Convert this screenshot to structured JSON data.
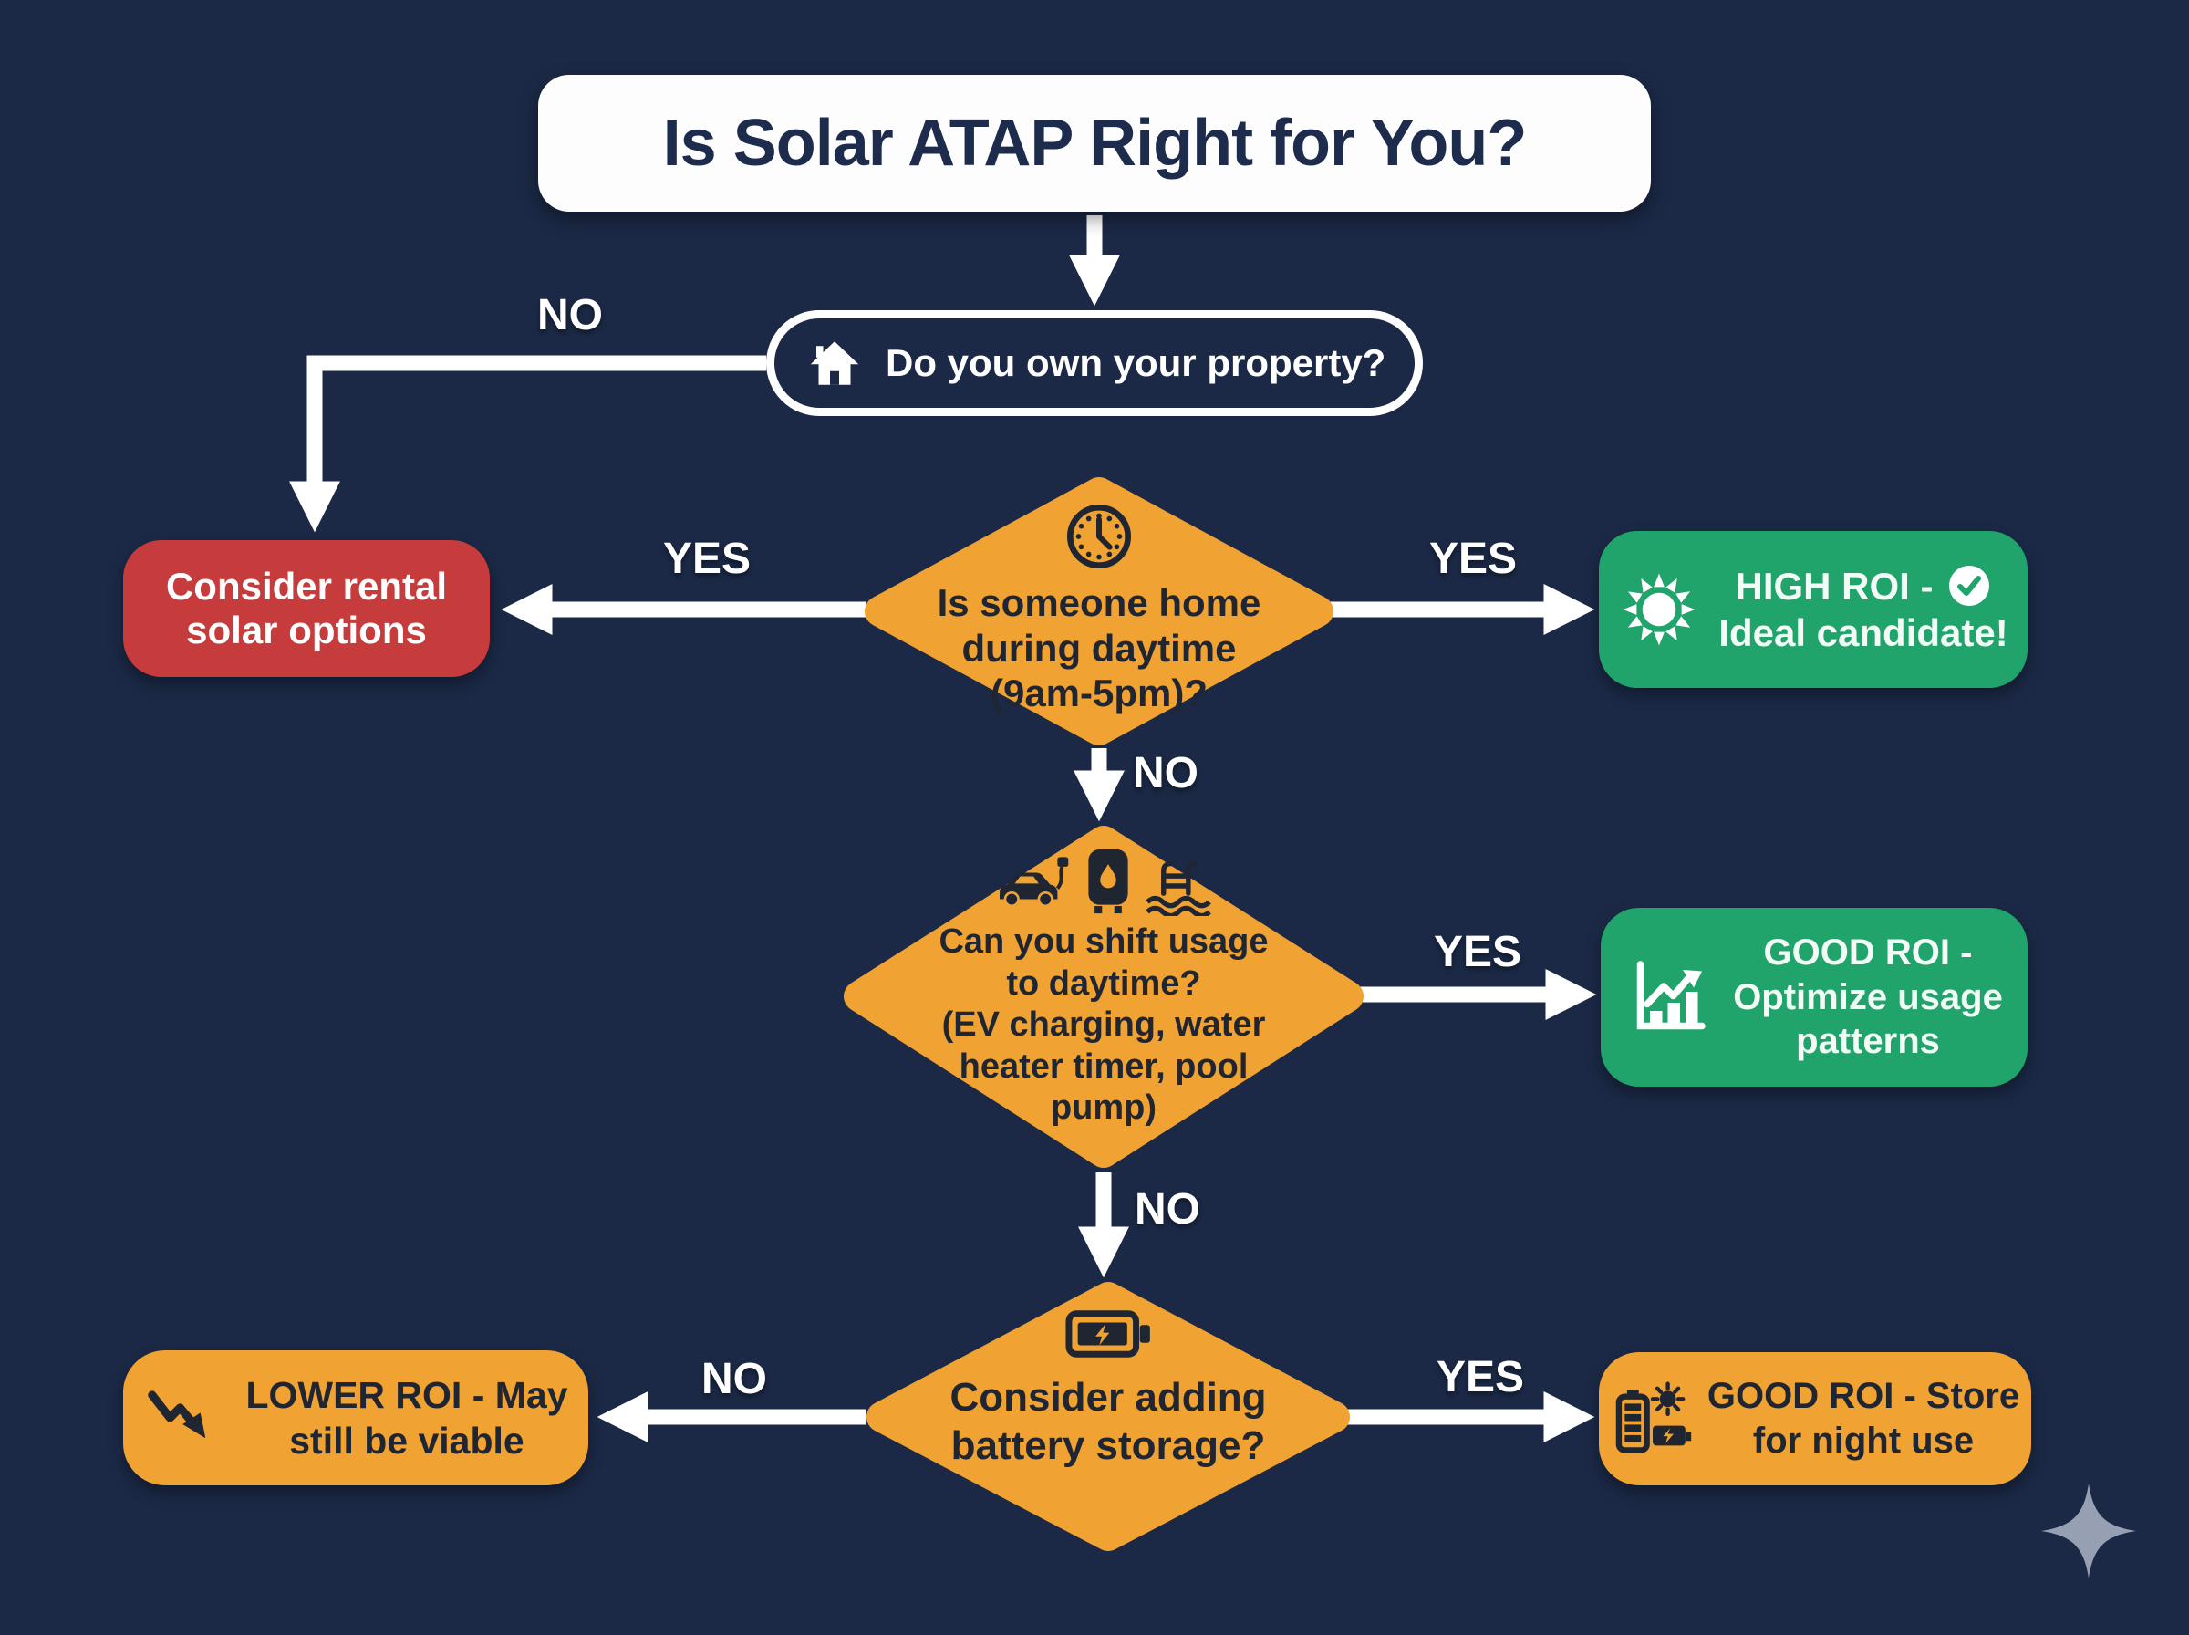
{
  "title": "Is Solar ATAP Right for You?",
  "colors": {
    "background": "#1B2946",
    "diamond_orange": "#F0A232",
    "result_red": "#C63B3B",
    "result_green": "#21A46C",
    "connector_white": "#FFFFFF",
    "dark_text": "#1F2531",
    "sparkle_gray": "#96A0B2"
  },
  "nodes": {
    "property": {
      "question": "Do you own your property?",
      "icon": "house-icon"
    },
    "rental": {
      "label": "Consider rental\nsolar options"
    },
    "daytime": {
      "question": "Is someone home\nduring daytime\n(9am-5pm)?",
      "icon": "clock-icon"
    },
    "high_roi": {
      "line1": "HIGH ROI -",
      "line2": "Ideal candidate!",
      "icons": [
        "sun-icon",
        "check-circle-icon"
      ]
    },
    "shift": {
      "question": "Can you shift usage\nto daytime?\n(EV charging, water\nheater timer, pool\npump)",
      "icons": [
        "ev-car-icon",
        "water-heater-icon",
        "pool-icon"
      ]
    },
    "optimize": {
      "label": "GOOD ROI -\nOptimize usage\npatterns",
      "icon": "chart-up-icon"
    },
    "battery": {
      "question": "Consider adding\nbattery storage?",
      "icon": "battery-charging-icon"
    },
    "lower_roi": {
      "label": "LOWER ROI - May\nstill be viable",
      "icon": "trend-down-icon"
    },
    "store": {
      "label": "GOOD ROI - Store\nfor night use",
      "icon": "battery-sun-icon"
    }
  },
  "edges": {
    "property_no": "NO",
    "daytime_yes_left": "YES",
    "daytime_yes_right": "YES",
    "daytime_no": "NO",
    "shift_yes": "YES",
    "shift_no": "NO",
    "battery_no": "NO",
    "battery_yes": "YES"
  }
}
